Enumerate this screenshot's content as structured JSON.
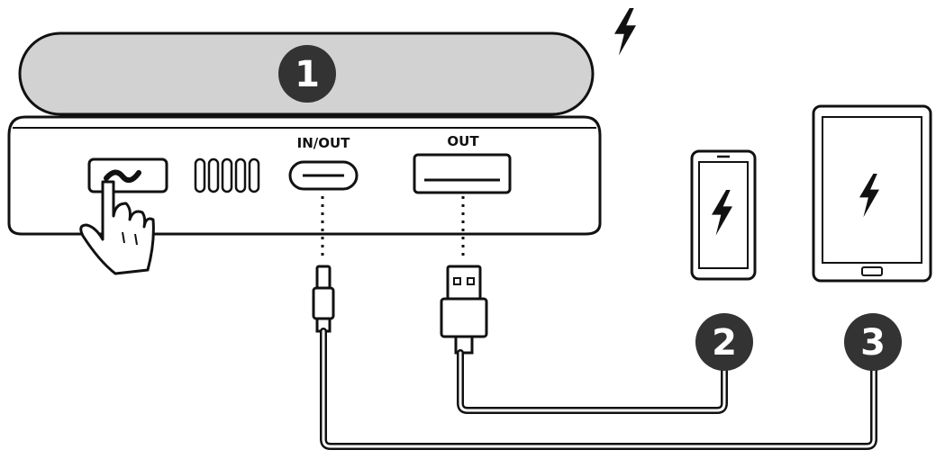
{
  "colors": {
    "ink": "#111111",
    "pad_fill": "#d2d2d2",
    "badge_fill": "#333333",
    "white": "#ffffff"
  },
  "ports": {
    "in_out_label": "IN/OUT",
    "out_label": "OUT"
  },
  "badges": {
    "wireless_pad": "1",
    "phone": "2",
    "tablet": "3"
  },
  "icons": {
    "wireless_bolt": "lightning-bolt-icon",
    "phone_bolt": "lightning-bolt-icon",
    "tablet_bolt": "lightning-bolt-icon",
    "power_button": "power-button-icon",
    "hand": "pointing-hand-icon",
    "led_indicators": "led-indicator-icon",
    "usb_c_plug": "usb-c-plug-icon",
    "usb_a_plug": "usb-a-plug-icon"
  },
  "led_count": 5
}
